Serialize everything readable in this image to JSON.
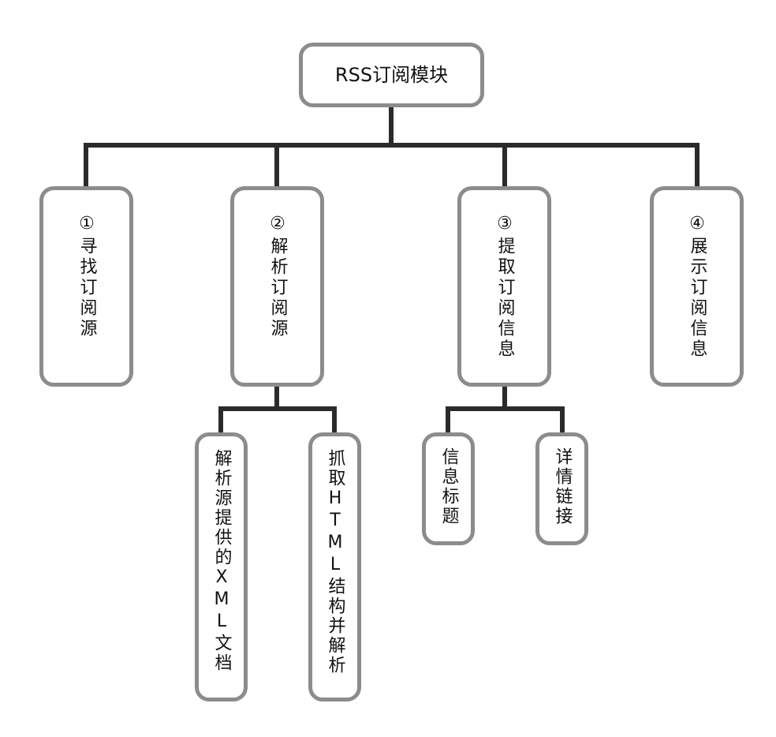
{
  "diagram": {
    "root": {
      "label": "RSS订阅模块"
    },
    "branches": [
      {
        "label": "①寻找订阅源"
      },
      {
        "label": "②解析订阅源"
      },
      {
        "label": "③提取订阅信息"
      },
      {
        "label": "④展示订阅信息"
      }
    ],
    "sub_branches": {
      "parse": [
        {
          "label": "解析源提供的XML文档"
        },
        {
          "label": "抓取HTML结构并解析"
        }
      ],
      "extract": [
        {
          "label": "信息标题"
        },
        {
          "label": "详情链接"
        }
      ]
    },
    "colors": {
      "box_border": "#8c8c8c",
      "connector": "#2b2b2b",
      "text": "#111111"
    }
  }
}
